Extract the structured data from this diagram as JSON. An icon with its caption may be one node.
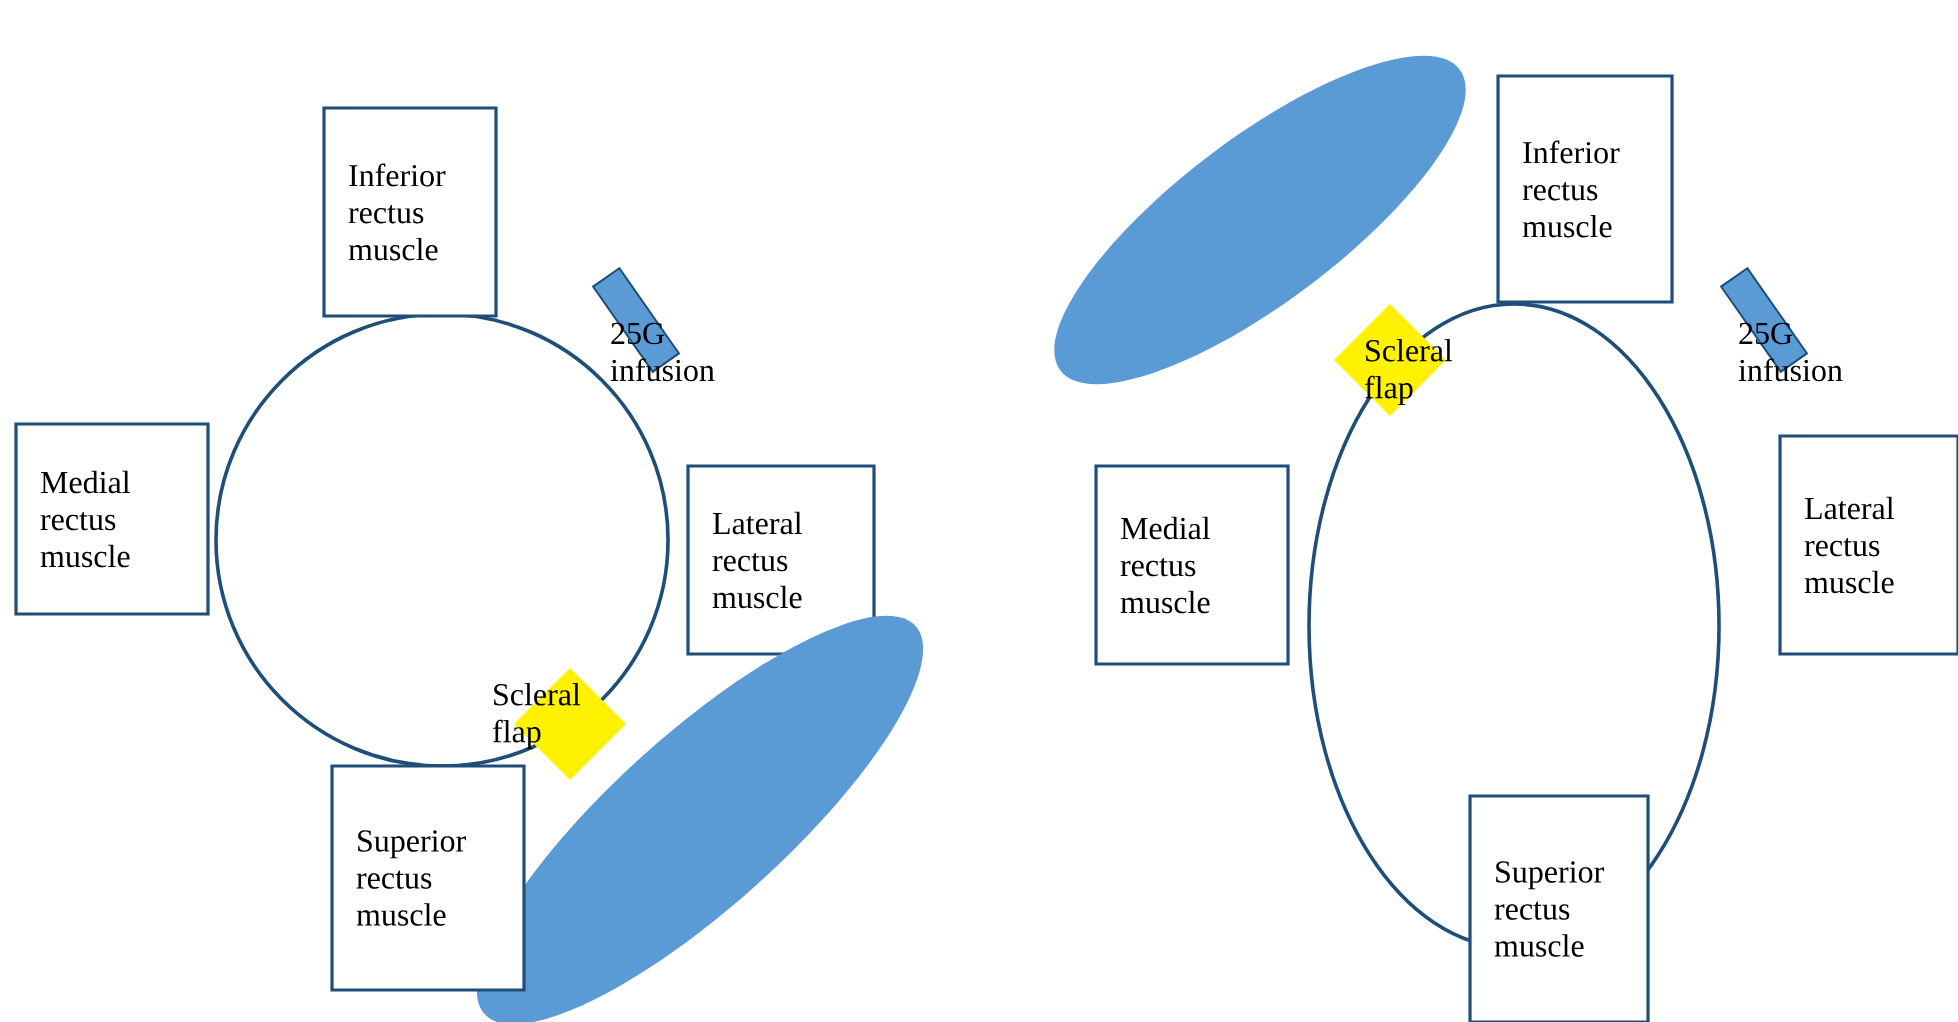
{
  "diagram": {
    "nodes": [
      {
        "text": [
          "Inferior rectus muscle"
        ]
      },
      {
        "text": [
          "25G infusion"
        ]
      },
      {
        "text": [],
        "shape": "circle"
      },
      {
        "text": [
          "Medial rectus muscle"
        ]
      },
      {
        "text": [
          "Lateral rectus muscle"
        ]
      },
      {
        "text": [
          "Scleral flap"
        ]
      },
      {
        "text": [],
        "shape": "ellipse"
      },
      {
        "text": [
          "Superior rectus muscle"
        ]
      },
      {
        "text": [],
        "shape": "ellipse"
      },
      {
        "text": [
          "Inferior rectus muscle"
        ]
      },
      {
        "text": [
          "25G infusion"
        ]
      },
      {
        "text": [
          "Scleral flap"
        ]
      },
      {
        "text": [],
        "shape": "circle"
      },
      {
        "text": [
          "Medial rectus muscle"
        ]
      },
      {
        "text": [
          "Lateral rectus muscle"
        ]
      },
      {
        "text": [
          "Superior rectus muscle"
        ]
      }
    ]
  }
}
